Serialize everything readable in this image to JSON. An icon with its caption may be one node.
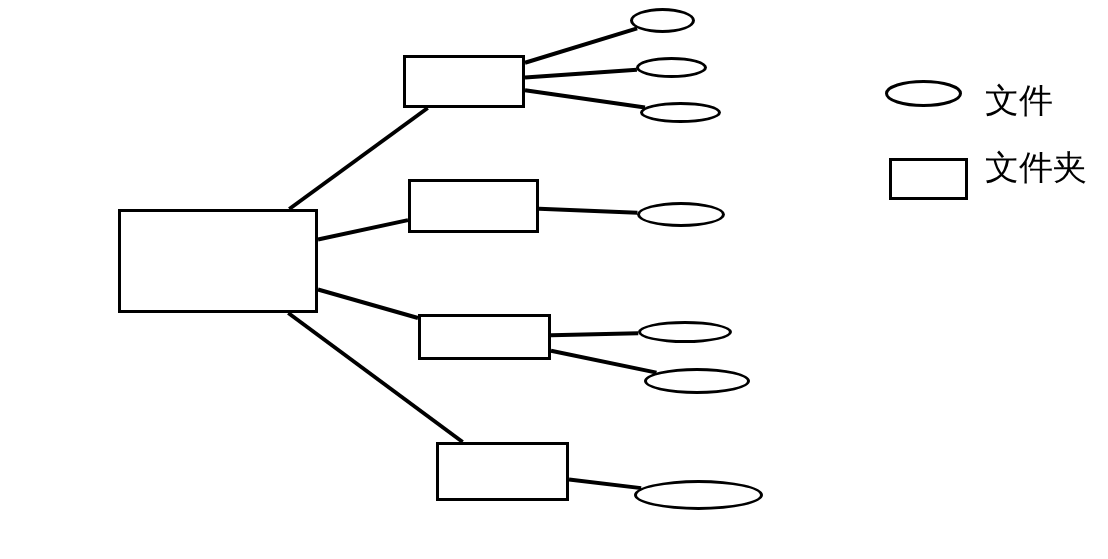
{
  "diagram": {
    "nodes": [
      {
        "text": [],
        "shape": "box"
      },
      {
        "text": [],
        "shape": "box"
      },
      {
        "text": [],
        "shape": "box"
      },
      {
        "text": [],
        "shape": "box"
      },
      {
        "text": [],
        "shape": "box"
      },
      {
        "text": [],
        "shape": "ellipse"
      },
      {
        "text": [],
        "shape": "ellipse"
      },
      {
        "text": [],
        "shape": "ellipse"
      },
      {
        "text": [],
        "shape": "ellipse"
      },
      {
        "text": [],
        "shape": "ellipse"
      },
      {
        "text": [],
        "shape": "ellipse"
      },
      {
        "text": [],
        "shape": "ellipse"
      }
    ],
    "edges": [
      {
        "from": 0,
        "to": 1,
        "arrow": "none"
      },
      {
        "from": 0,
        "to": 2,
        "arrow": "none"
      },
      {
        "from": 0,
        "to": 3,
        "arrow": "none"
      },
      {
        "from": 0,
        "to": 4,
        "arrow": "none"
      },
      {
        "from": 1,
        "to": 5,
        "arrow": "none"
      },
      {
        "from": 1,
        "to": 6,
        "arrow": "none"
      },
      {
        "from": 1,
        "to": 7,
        "arrow": "none"
      },
      {
        "from": 2,
        "to": 8,
        "arrow": "none"
      },
      {
        "from": 3,
        "to": 9,
        "arrow": "none"
      },
      {
        "from": 3,
        "to": 10,
        "arrow": "none"
      },
      {
        "from": 4,
        "to": 11,
        "arrow": "none"
      }
    ],
    "legend": [
      {
        "text": "文件"
      },
      {
        "text": "文件夹"
      }
    ]
  }
}
